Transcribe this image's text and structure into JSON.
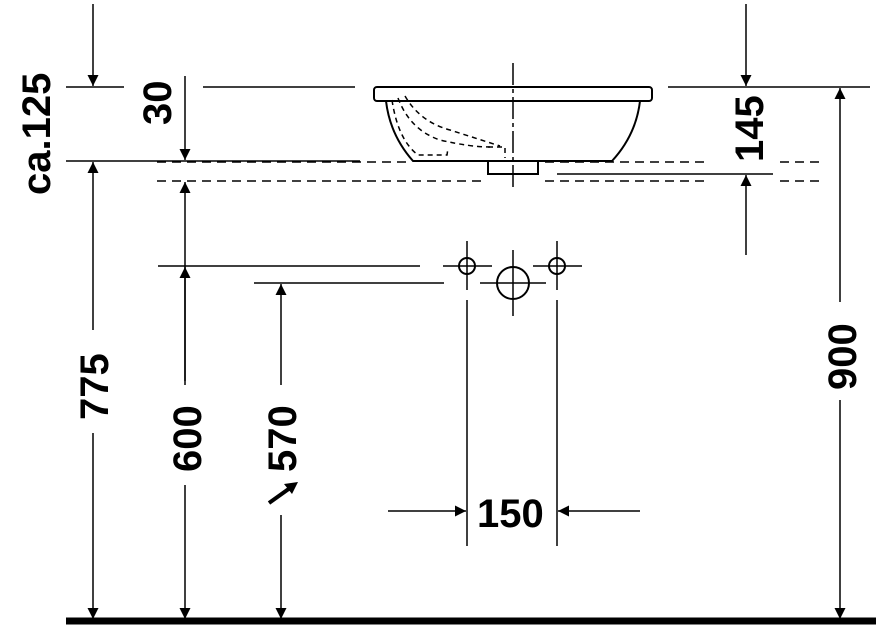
{
  "drawing": {
    "type": "technical-installation-drawing",
    "subject": "washbasin side elevation with fixing dimensions",
    "units": "mm",
    "colors": {
      "line": "#000000",
      "background": "#ffffff"
    },
    "dimensions": {
      "approx_height": {
        "label": "ca.125"
      },
      "rim_thickness": {
        "label": "30"
      },
      "basin_height": {
        "label": "145"
      },
      "counter_height": {
        "label": "775"
      },
      "supply_height": {
        "label": "600"
      },
      "drain_height": {
        "label": "570"
      },
      "rim_height": {
        "label": "900"
      },
      "supply_spacing": {
        "label": "150"
      }
    }
  }
}
